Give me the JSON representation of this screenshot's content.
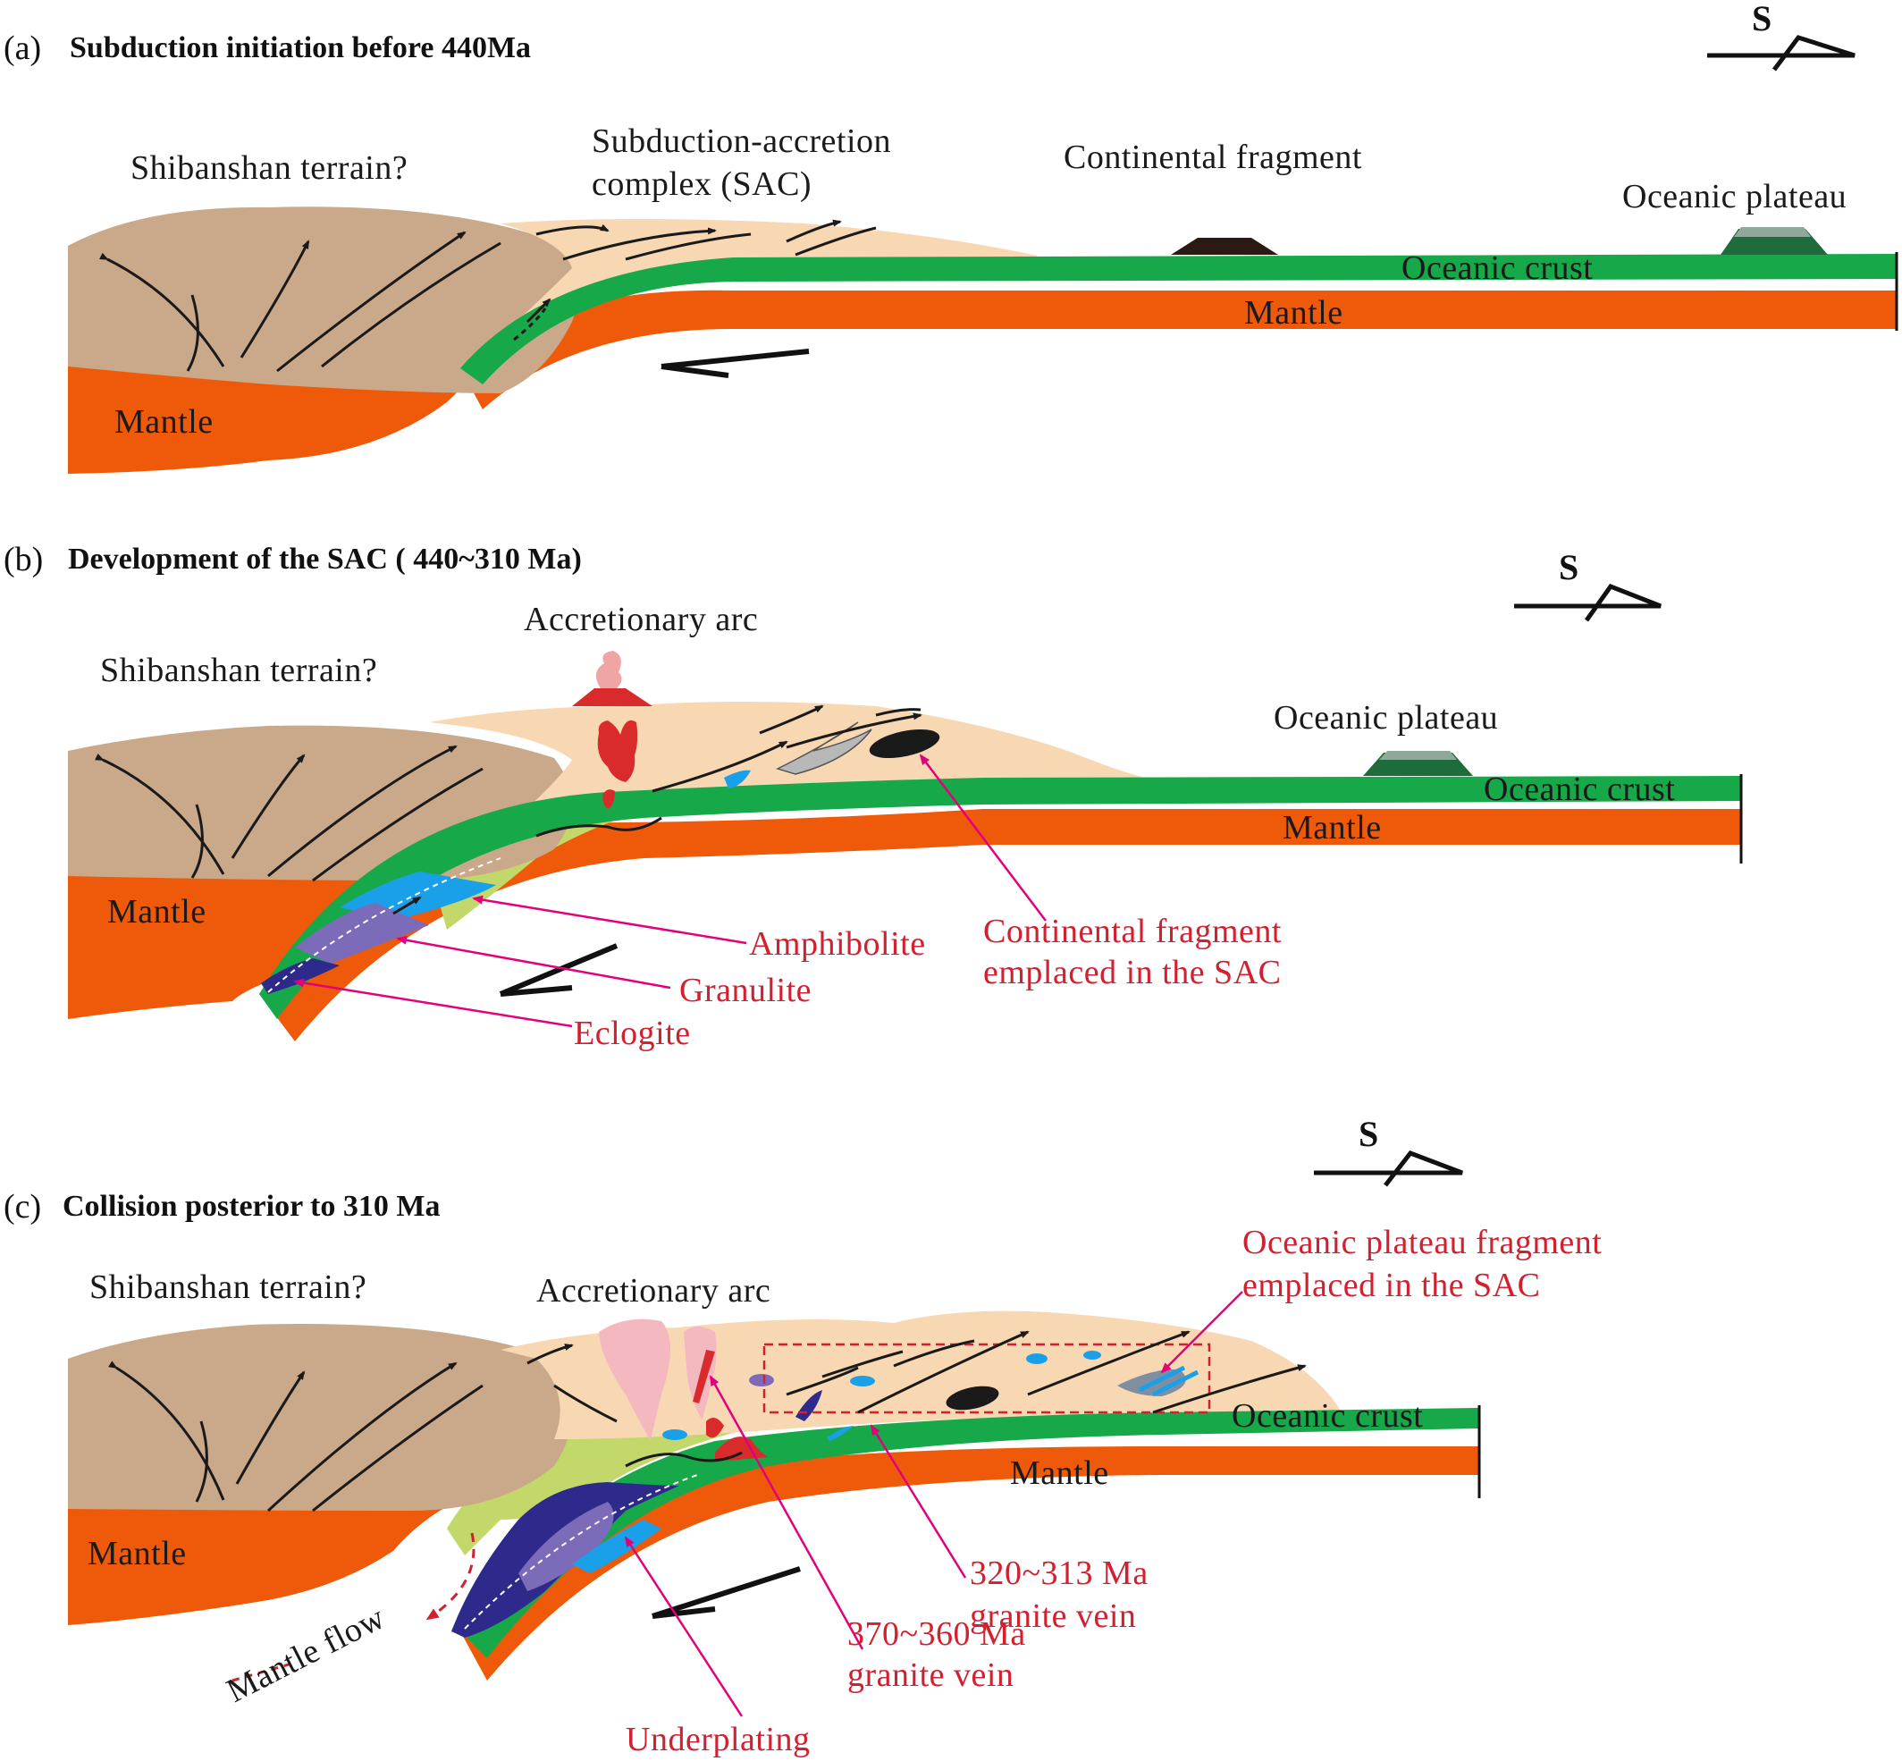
{
  "colors": {
    "terrain": "#c9a98a",
    "sac": "#f8d7b3",
    "oceanic_crust": "#17a84a",
    "mantle": "#ee5a0a",
    "plateau": "#1e6b3c",
    "amphibolite": "#1aa0e8",
    "granulite": "#7b6bb8",
    "eclogite": "#2e2a8c",
    "underplate": "#c3d86a",
    "label_red": "#d1202f",
    "leader": "#e3007d"
  },
  "panel_a": {
    "letter": "(a)",
    "title": "Subduction  initiation before 440Ma",
    "compass": "S",
    "labels": {
      "terrain": "Shibanshan terrain?",
      "sac_line1": "Subduction-accretion",
      "sac_line2": "complex (SAC)",
      "fragment": "Continental fragment",
      "plateau": "Oceanic plateau",
      "crust": "Oceanic crust",
      "mantle_right": "Mantle",
      "mantle_left": "Mantle"
    }
  },
  "panel_b": {
    "letter": "(b)",
    "title": "Development of the SAC ( 440~310 Ma)",
    "compass": "S",
    "labels": {
      "arc": "Accretionary arc",
      "terrain": "Shibanshan terrain?",
      "plateau": "Oceanic plateau",
      "crust": "Oceanic crust",
      "mantle_right": "Mantle",
      "mantle_left": "Mantle",
      "amphibolite": "Amphibolite",
      "granulite": "Granulite",
      "eclogite": "Eclogite",
      "fragment_line1": "Continental fragment",
      "fragment_line2": "emplaced in the SAC"
    }
  },
  "panel_c": {
    "letter": "(c)",
    "title": "Collision  posterior to  310 Ma",
    "compass": "S",
    "labels": {
      "terrain": "Shibanshan terrain?",
      "arc": "Accretionary arc",
      "plateau_line1": "Oceanic plateau fragment",
      "plateau_line2": "emplaced in the SAC",
      "crust": "Oceanic crust",
      "mantle_right": "Mantle",
      "mantle_left": "Mantle",
      "vein1_line1": "320~313 Ma",
      "vein1_line2": "granite  vein",
      "vein2_line1": "370~360 Ma",
      "vein2_line2": "granite  vein",
      "mantle_flow": "Mantle  flow",
      "underplating": "Underplating"
    }
  }
}
